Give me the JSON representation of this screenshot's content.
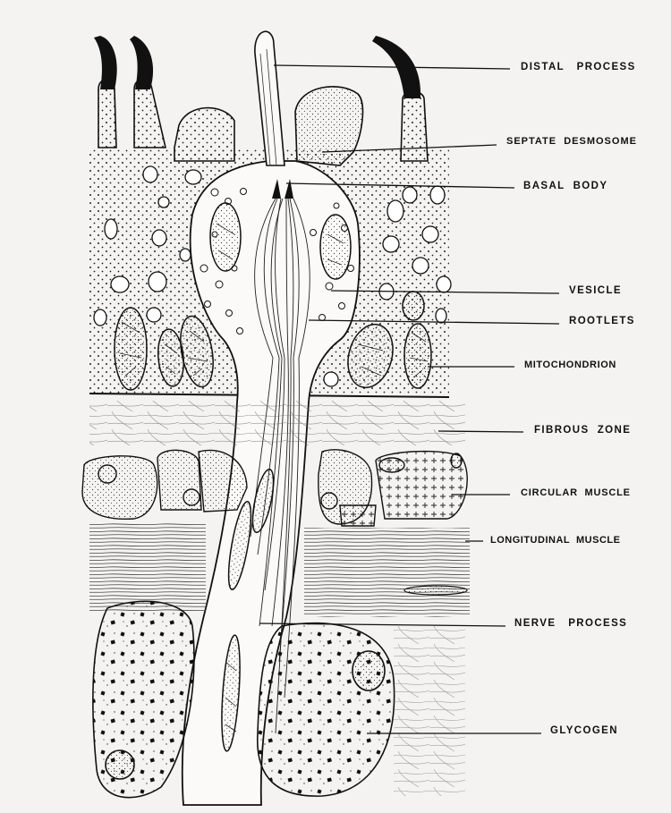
{
  "labels": {
    "distal_process": "DISTAL   PROCESS",
    "septate_desmosome": "SEPTATE  DESMOSOME",
    "basal_body": "BASAL  BODY",
    "vesicle": "VESICLE",
    "rootlets": "ROOTLETS",
    "mitochondrion": "MITOCHONDRION",
    "fibrous_zone": "FIBROUS  ZONE",
    "circular_muscle": "CIRCULAR  MUSCLE",
    "longitudinal_muscle": "LONGITUDINAL  MUSCLE",
    "nerve_process": "NERVE   PROCESS",
    "glycogen": "GLYCOGEN"
  },
  "colors": {
    "ink": "#151515",
    "paper": "#f4f3f1",
    "cell_fill": "#fbfaf8"
  }
}
